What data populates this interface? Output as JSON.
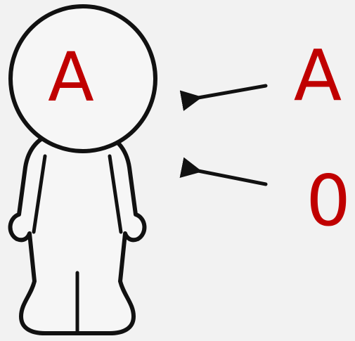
{
  "colors": {
    "background": "#f2f2f2",
    "outline": "#111111",
    "body_fill": "#f6f6f6",
    "letter": "#c00000"
  },
  "head": {
    "label": "A"
  },
  "incoming": [
    {
      "label": "A",
      "target": "head",
      "icon": "arrow-left-icon"
    },
    {
      "label": "0",
      "target": "body",
      "icon": "arrow-left-icon"
    }
  ]
}
